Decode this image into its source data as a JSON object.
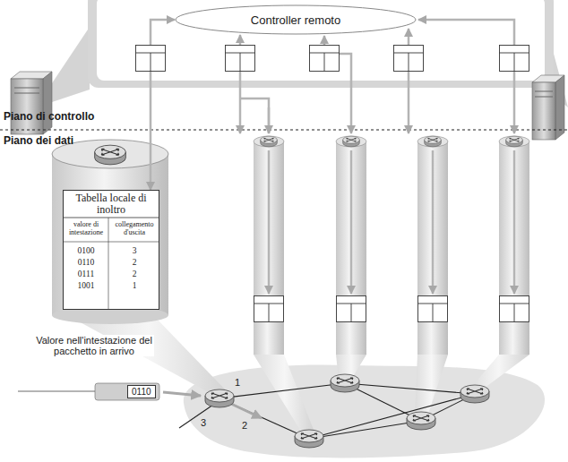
{
  "diagram": {
    "nodes": [
      {
        "text": [
          "Controller remoto"
        ]
      },
      {
        "text": [
          "Tabella locale di inoltro"
        ]
      },
      {
        "text": [
          "0110"
        ]
      }
    ],
    "edges": [
      {
        "from": 0,
        "to": 1,
        "arrow": "both"
      }
    ],
    "labels": [
      "Piano di controllo",
      "Piano dei dati",
      "valore di intestazione",
      "collegamento d'uscita",
      "0100",
      "3",
      "0110",
      "2",
      "0111",
      "2",
      "1001",
      "1",
      "Valore nell'intestazione del pacchetto in arrivo",
      "1",
      "2",
      "3"
    ]
  }
}
